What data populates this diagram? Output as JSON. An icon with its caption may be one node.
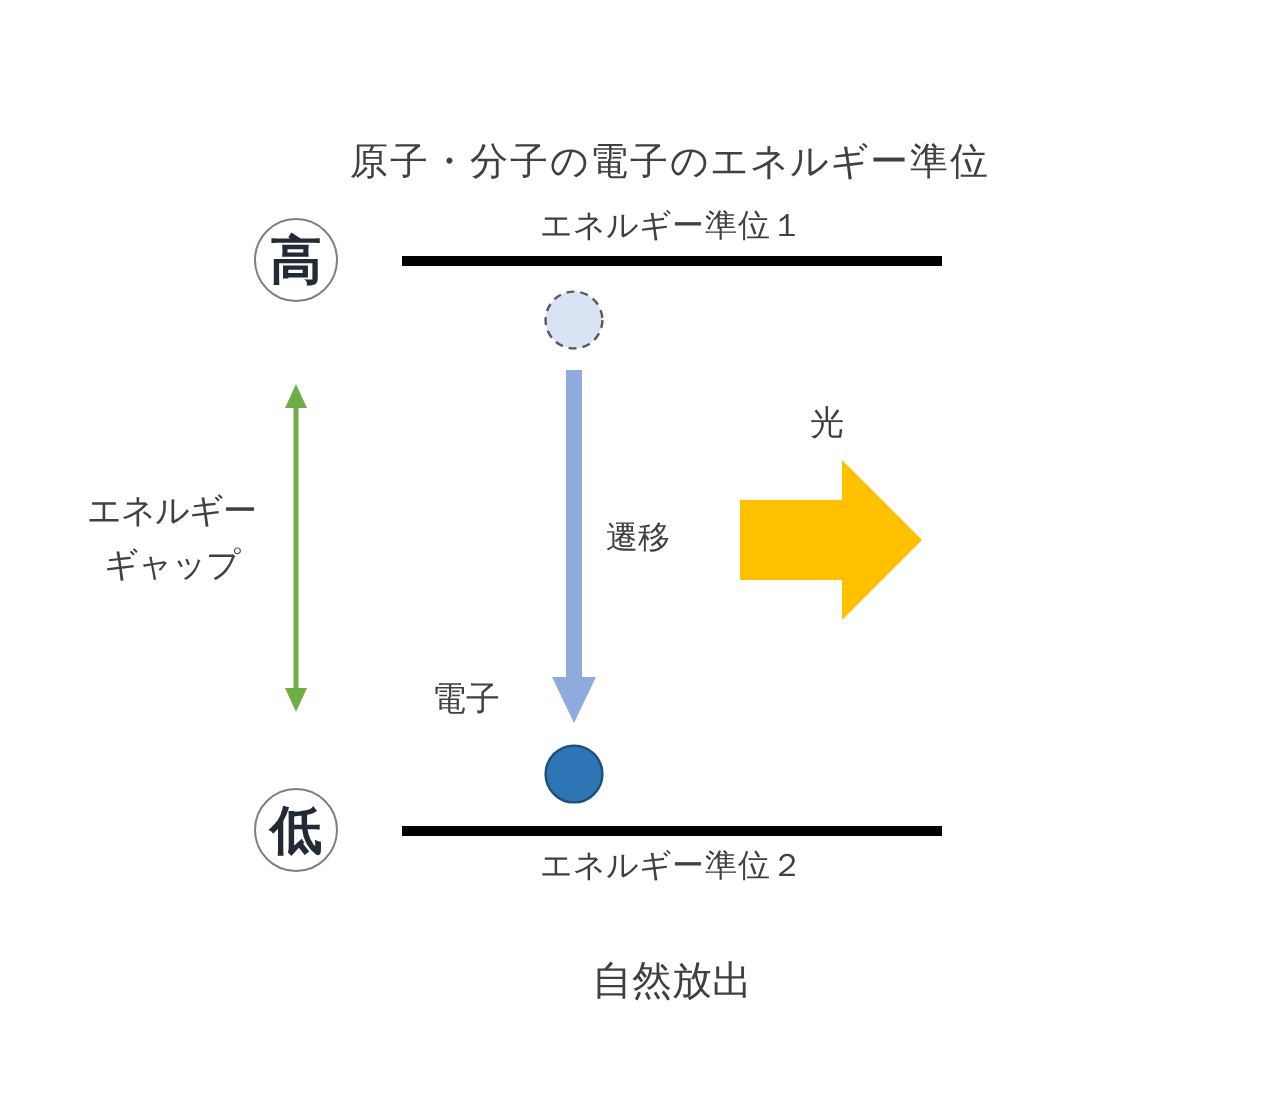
{
  "diagram": {
    "title": "原子・分子の電子のエネルギー準位",
    "caption": "自然放出",
    "nodes": [
      {
        "text": [
          "高"
        ]
      },
      {
        "text": [
          "エネルギー準位１"
        ]
      },
      {
        "text": [],
        "shape": "circle"
      },
      {
        "text": [],
        "shape": "circle",
        "beside": [
          "電子"
        ]
      },
      {
        "text": [
          "低"
        ]
      },
      {
        "text": [
          "エネルギー準位２"
        ]
      }
    ],
    "edges": [
      {
        "from": 2,
        "to": 3,
        "arrow": "to",
        "label": "遷移",
        "color": "#8faadc"
      }
    ],
    "labels": [
      "光",
      "エネルギーギャップ"
    ]
  }
}
